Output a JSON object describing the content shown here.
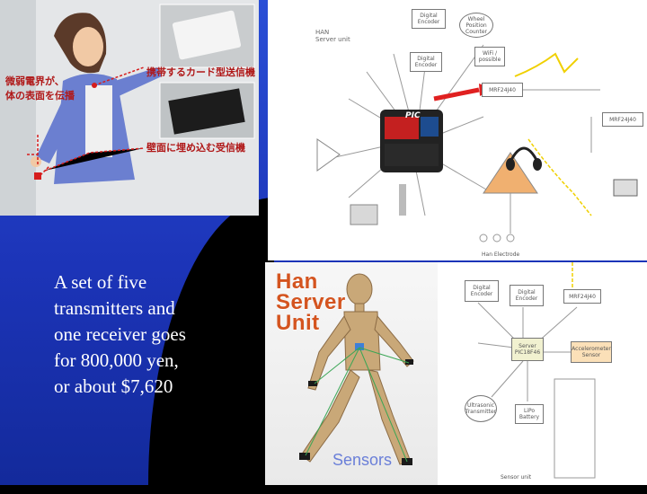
{
  "caption": {
    "line1": "A set of five",
    "line2": "transmitters and",
    "line3": "one receiver goes",
    "line4": "for 800,000 yen,",
    "line5": "or about $7,620"
  },
  "photo": {
    "jp_left_1": "微弱電界が、",
    "jp_left_2": "体の表面を伝播",
    "jp_card_tx": "携帯するカード型送信機",
    "jp_wall_rx": "壁面に埋め込む受信機"
  },
  "diagram_top": {
    "title_1": "HAN",
    "title_2": "Server unit",
    "digital_encoder": "Digital Encoder",
    "wheel_counter": "Wheel Position Counter",
    "wifi": "WiFi / possible",
    "digital_encoder_2": "Digital Encoder",
    "mrf": "MRF24J40",
    "pic": "PIC",
    "mrf_right": "MRF24J40",
    "bottom_label": "Han Electrode"
  },
  "mannequin": {
    "title_1": "Han",
    "title_2": "Server",
    "title_3": "Unit",
    "sensors": "Sensors"
  },
  "diagram_bottom": {
    "digital_encoder_a": "Digital Encoder",
    "digital_encoder_b": "Digital Encoder",
    "mrf": "MRF24J40",
    "server": "Server PIC18F46",
    "accel": "Accelerometer Sensor",
    "ultrasonic": "Ultrasonic Transmitter",
    "battery": "LiPo Battery",
    "footer": "Sensor unit"
  }
}
